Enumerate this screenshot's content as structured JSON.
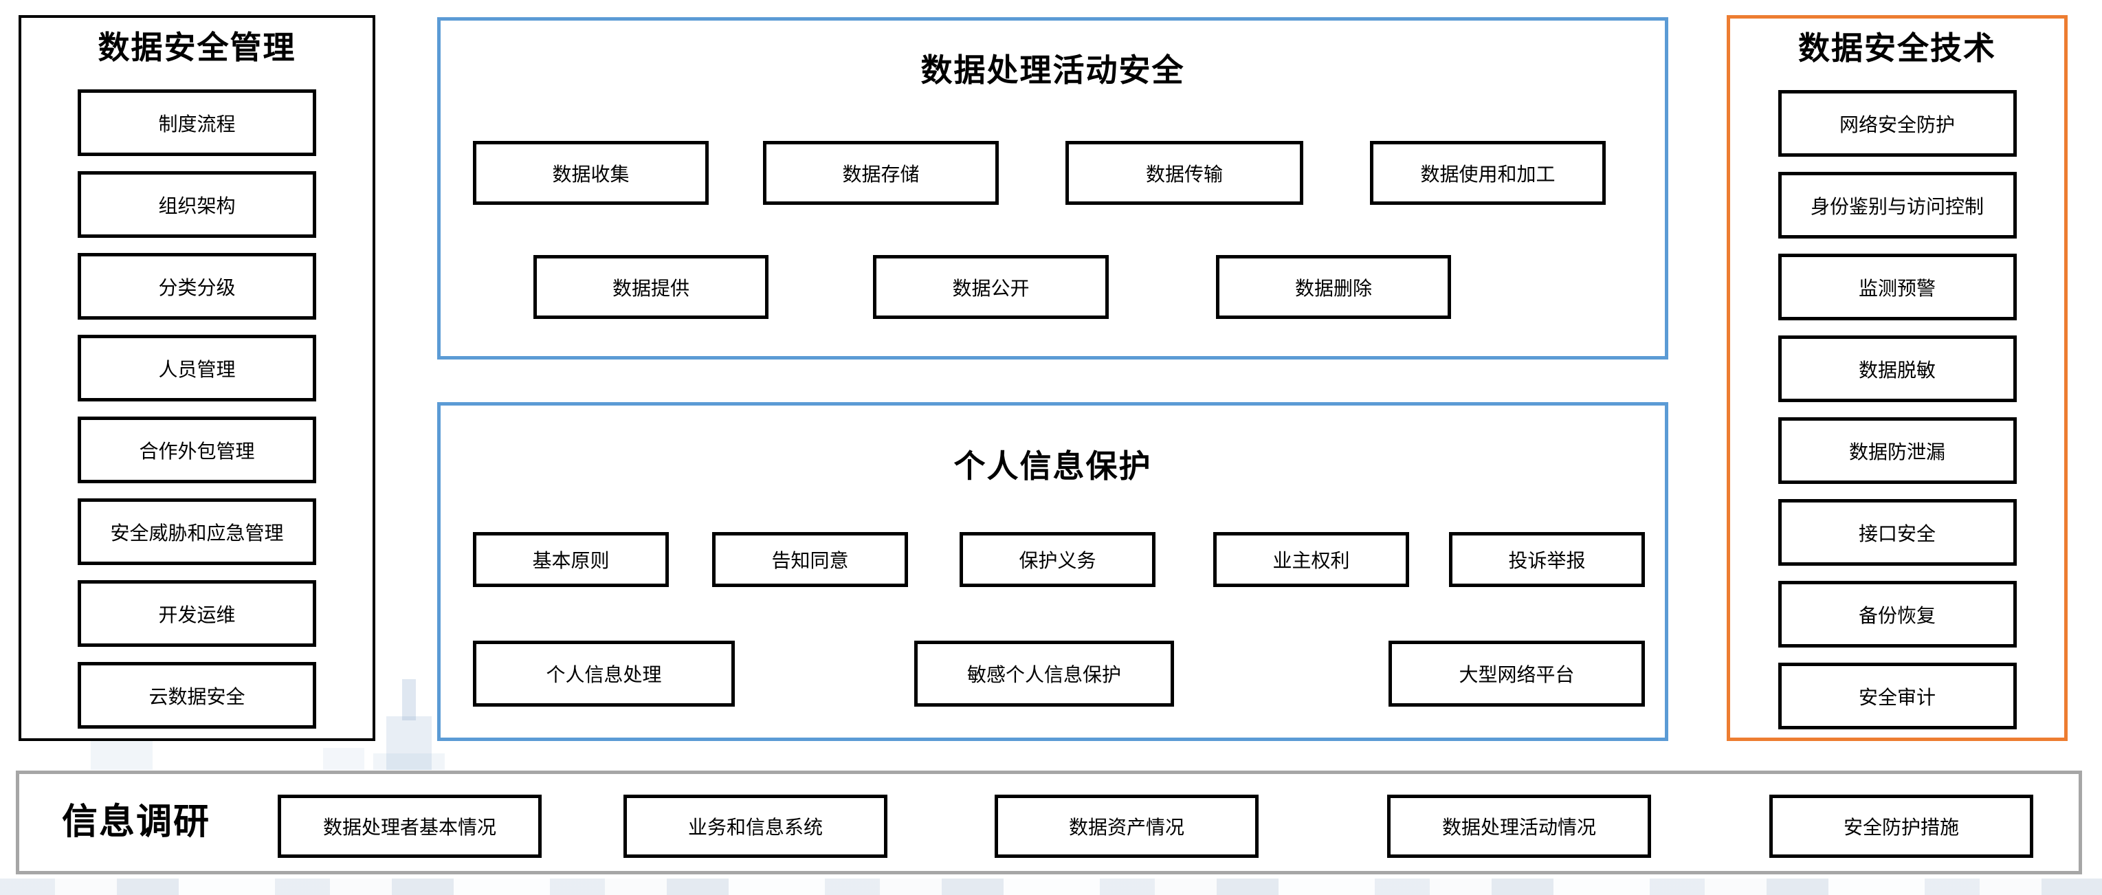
{
  "colors": {
    "blue_border": "#5B9BD5",
    "orange_border": "#ED7D31",
    "gray_border": "#A6A6A6",
    "black_border": "#000000",
    "watermark_tint": "#8CAACD"
  },
  "panels": {
    "management": {
      "title": "数据安全管理",
      "items": [
        "制度流程",
        "组织架构",
        "分类分级",
        "人员管理",
        "合作外包管理",
        "安全威胁和应急管理",
        "开发运维",
        "云数据安全"
      ]
    },
    "processing": {
      "title": "数据处理活动安全",
      "row1": [
        "数据收集",
        "数据存储",
        "数据传输",
        "数据使用和加工"
      ],
      "row2": [
        "数据提供",
        "数据公开",
        "数据删除"
      ]
    },
    "personal": {
      "title": "个人信息保护",
      "row1": [
        "基本原则",
        "告知同意",
        "保护义务",
        "业主权利",
        "投诉举报"
      ],
      "row2": [
        "个人信息处理",
        "敏感个人信息保护",
        "大型网络平台"
      ]
    },
    "technology": {
      "title": "数据安全技术",
      "items": [
        "网络安全防护",
        "身份鉴别与访问控制",
        "监测预警",
        "数据脱敏",
        "数据防泄漏",
        "接口安全",
        "备份恢复",
        "安全审计"
      ]
    },
    "research": {
      "title": "信息调研",
      "items": [
        "数据处理者基本情况",
        "业务和信息系统",
        "数据资产情况",
        "数据处理活动情况",
        "安全防护措施"
      ]
    }
  }
}
